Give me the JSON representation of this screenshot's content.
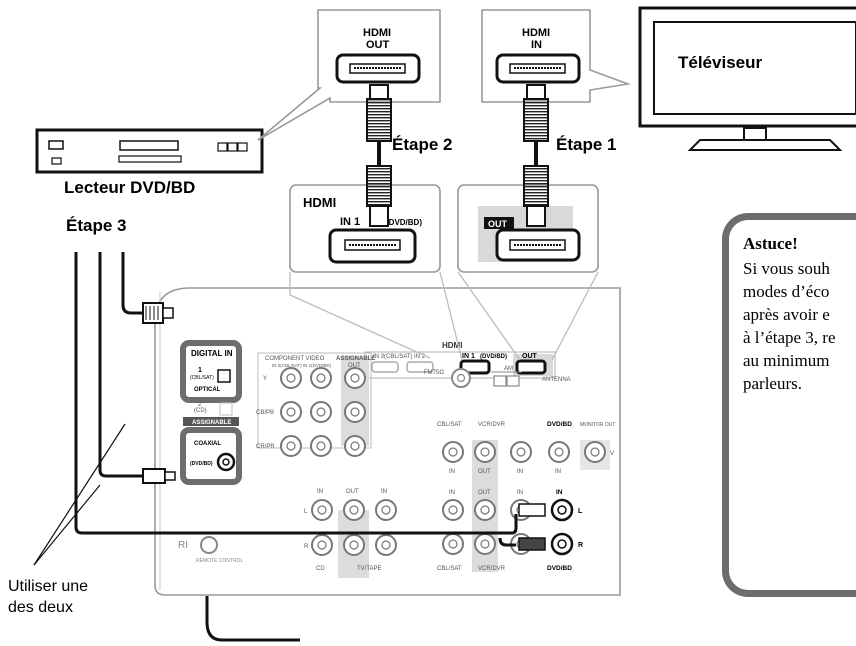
{
  "hdmi_out_callout": {
    "line1": "HDMI",
    "line2": "OUT"
  },
  "hdmi_in_callout": {
    "line1": "HDMI",
    "line2": "IN"
  },
  "tv_label": "Téléviseur",
  "player_label": "Lecteur DVD/BD",
  "step1": "Étape 1",
  "step2": "Étape 2",
  "step3": "Étape 3",
  "hdmi_in_zoom": {
    "title": "HDMI",
    "port": "IN 1",
    "source": "(DVD/BD)"
  },
  "hdmi_out_zoom": {
    "badge": "OUT"
  },
  "receiver": {
    "hdmi_title": "HDMI",
    "hdmi_ports": [
      "IN 3",
      "(CBL/SAT)",
      "IN 2",
      "IN 1",
      "(DVD/BD)",
      "OUT"
    ],
    "digital_in": "DIGITAL IN",
    "optical_num": "1",
    "optical_src": "(CBL/SAT)",
    "optical": "OPTICAL",
    "optical2": "2",
    "optical2_src": "(CD)",
    "assignable": "ASSIGNABLE",
    "coaxial": "COAXIAL",
    "coaxial_src": "(DVD/BD)",
    "component_video": "COMPONENT VIDEO",
    "component_assignable": "ASSIGNABLE",
    "component_inputs": "IN 2(CBL/SAT) IN 1(DVD/BD)",
    "component_out": "OUT",
    "y": "Y",
    "cb": "CB/PB",
    "cr": "CR/PR",
    "fm": "FM75Ω",
    "am": "AM",
    "antenna": "ANTENNA",
    "cbl_sat": "CBL/SAT",
    "vcr_dvr": "VCR/DVR",
    "dvd_bd": "DVD/BD",
    "monitor_out": "MONITOR OUT",
    "in": "IN",
    "out": "OUT",
    "v": "V",
    "l": "L",
    "r": "R",
    "ri": "RI",
    "remote_control": "REMOTE CONTROL",
    "cd": "CD",
    "tv_tape": "TV/TAPE"
  },
  "use_one_note": {
    "line1": "Utiliser une",
    "line2": "des deux"
  },
  "tip": {
    "title": "Astuce!",
    "lines": [
      "Si vous souh",
      "modes d’éco",
      "après avoir e",
      "à l’étape 3, re",
      "au minimum",
      "parleurs."
    ]
  }
}
